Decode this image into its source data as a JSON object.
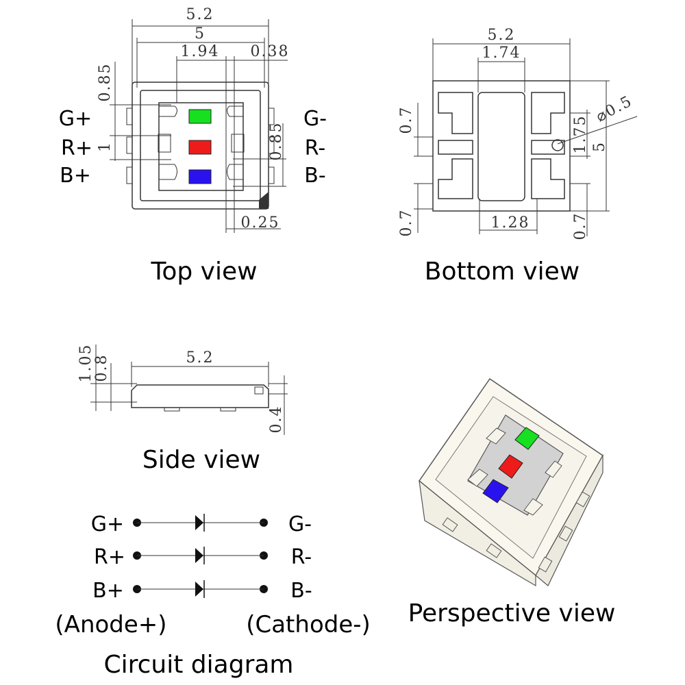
{
  "colors": {
    "green": "#16e01f",
    "red": "#ee1b1b",
    "blue": "#2a12ee",
    "body": "#fbf8ef",
    "cavity": "#d2d2d2"
  },
  "top_view": {
    "caption": "Top view",
    "dims": {
      "overall_width": "5.2",
      "inner_width": "5",
      "die_offset": "1.94",
      "gap": "0.38",
      "pad_top": "0.85",
      "pitch": "1",
      "pad_right": "0.85",
      "bottom_gap": "0.25"
    },
    "left_pins": [
      "G+",
      "R+",
      "B+"
    ],
    "right_pins": [
      "G-",
      "R-",
      "B-"
    ]
  },
  "bottom_view": {
    "caption": "Bottom view",
    "dims": {
      "overall_width": "5.2",
      "center_pad": "1.74",
      "pad_top": "0.7",
      "pad_pitch": "1.75",
      "total": "5",
      "diameter": "⌀0.5",
      "pad_bottom_left": "0.7",
      "pad_spacing": "1.28",
      "pad_bottom_right": "0.7"
    }
  },
  "side_view": {
    "caption": "Side view",
    "dims": {
      "total_height": "1.05",
      "body_height": "0.8",
      "width": "5.2",
      "lead_height": "0.4"
    }
  },
  "perspective_view": {
    "caption": "Perspective view"
  },
  "circuit": {
    "caption": "Circuit diagram",
    "rows": [
      {
        "anode": "G+",
        "cathode": "G-"
      },
      {
        "anode": "R+",
        "cathode": "R-"
      },
      {
        "anode": "B+",
        "cathode": "B-"
      }
    ],
    "anode_label": "(Anode+)",
    "cathode_label": "(Cathode-)"
  }
}
